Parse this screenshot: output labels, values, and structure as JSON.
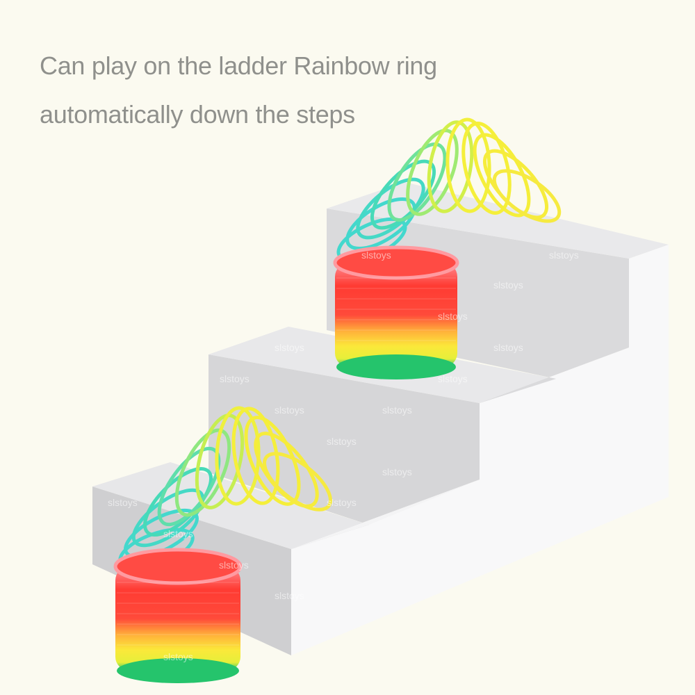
{
  "caption": {
    "line1": "Can play on the ladder Rainbow ring",
    "line2": "automatically down the steps"
  },
  "scene": {
    "subject": "rainbow-spring-toy",
    "count": 2,
    "background_color": "#fbfaf0",
    "caption_color": "#8f908c",
    "stairs_top_color": "#e6e6e8",
    "stairs_side_color": "#cfcfd1",
    "stairs_front_color": "#f8f8f8",
    "spring_colors": [
      "#2fd06a",
      "#f7e82a",
      "#ff3b2f",
      "#ff8b8b",
      "#3fd9c8",
      "#f3f04a"
    ]
  },
  "watermark": {
    "text": "slstoys"
  }
}
